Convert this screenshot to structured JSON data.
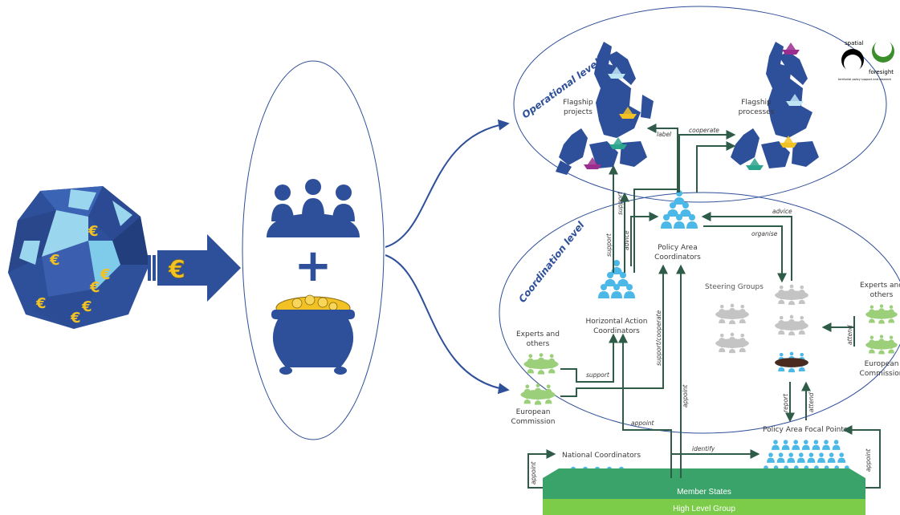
{
  "logo": {
    "word_top": "spatial",
    "word_bottom": "foresight",
    "tagline": "territorial policy support and research"
  },
  "symbols": {
    "euro": "€",
    "plus": "+"
  },
  "levels": {
    "operational": "Operational level",
    "coordination": "Coordination level"
  },
  "nodes": {
    "flagship_projects": [
      "Flagship",
      "projects"
    ],
    "flagship_processes": [
      "Flagship",
      "processes"
    ],
    "pac": [
      "Policy Area",
      "Coordinators"
    ],
    "hac": [
      "Horizontal Action",
      "Coordinators"
    ],
    "experts_left": [
      "Experts and",
      "others"
    ],
    "ec_left": [
      "European",
      "Commission"
    ],
    "steering": "Steering Groups",
    "experts_right": [
      "Experts and",
      "others"
    ],
    "ec_right": [
      "European",
      "Commission"
    ],
    "focal": "Policy Area Focal Points",
    "national": "National Coordinators",
    "member_states": "Member States",
    "high_level": "High Level Group"
  },
  "edge_labels": {
    "label": "label",
    "cooperate": "cooperate",
    "support_v1": "support",
    "support_v2": "support",
    "advice_v": "advice",
    "advice_h": "advice",
    "organise": "organise",
    "support_h": "support",
    "support_cooperate": "support/cooperate",
    "appoint_mid": "appoint",
    "appoint_v": "appoint",
    "report": "report",
    "attend_low": "attend",
    "attend_right": "attend",
    "identify": "identify",
    "appoint_left": "appoint",
    "appoint_right": "appoint"
  },
  "colors": {
    "navy": "#2e4f99",
    "light_blue": "#4cb8e8",
    "dark_green": "#2f5c48",
    "grass_green": "#5cb85c",
    "grey_group": "#b8b8b8",
    "gold": "#f2c224",
    "sea": "#9ad6ee"
  },
  "icons": [
    "globe-icon",
    "meeting-people-icon",
    "pot-of-gold-icon",
    "euro-icon",
    "paper-boat-icon",
    "people-pyramid-icon",
    "round-table-icon"
  ]
}
